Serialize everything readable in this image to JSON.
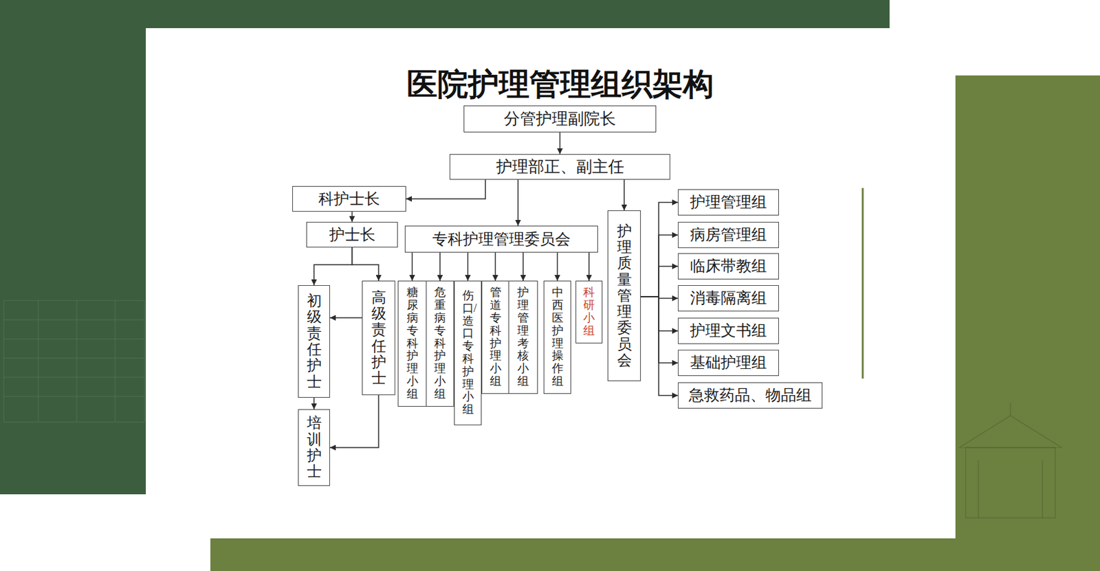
{
  "diagram": {
    "title": "医院护理管理组织架构",
    "nodes": [
      {
        "text": [
          "分管护理副院长"
        ]
      },
      {
        "text": [
          "护理部正、副主任"
        ]
      },
      {
        "text": [
          "科护士长"
        ]
      },
      {
        "text": [
          "护士长"
        ]
      },
      {
        "text": [
          "专科护理管理委员会"
        ]
      },
      {
        "text": [
          "护理质量管理委员会"
        ]
      },
      {
        "text": [
          "初级责任护士"
        ]
      },
      {
        "text": [
          "高级责任护士"
        ]
      },
      {
        "text": [
          "培训护士"
        ]
      },
      {
        "text": [
          "糖尿病专科护理小组"
        ]
      },
      {
        "text": [
          "危重病专科护理小组"
        ]
      },
      {
        "text": [
          "伤口/造口专科护理小组"
        ]
      },
      {
        "text": [
          "管道专科护理小组"
        ]
      },
      {
        "text": [
          "护理管理考核小组"
        ]
      },
      {
        "text": [
          "中西医护理操作组"
        ]
      },
      {
        "text": [
          "科研小组"
        ]
      },
      {
        "text": [
          "护理管理组"
        ]
      },
      {
        "text": [
          "病房管理组"
        ]
      },
      {
        "text": [
          "临床带教组"
        ]
      },
      {
        "text": [
          "消毒隔离组"
        ]
      },
      {
        "text": [
          "护理文书组"
        ]
      },
      {
        "text": [
          "基础护理组"
        ]
      },
      {
        "text": [
          "急救药品、物品组"
        ]
      }
    ],
    "edges": [
      {
        "from": 0,
        "to": 1,
        "arrow": "to"
      },
      {
        "from": 1,
        "to": 2,
        "arrow": "to"
      },
      {
        "from": 1,
        "to": 4,
        "arrow": "to"
      },
      {
        "from": 1,
        "to": 5,
        "arrow": "to"
      },
      {
        "from": 2,
        "to": 3,
        "arrow": "to"
      },
      {
        "from": 3,
        "to": 6,
        "arrow": "to"
      },
      {
        "from": 3,
        "to": 7,
        "arrow": "to"
      },
      {
        "from": 7,
        "to": 6,
        "arrow": "to"
      },
      {
        "from": 6,
        "to": 8,
        "arrow": "to"
      },
      {
        "from": 7,
        "to": 8,
        "arrow": "to"
      },
      {
        "from": 4,
        "to": 9,
        "arrow": "to"
      },
      {
        "from": 4,
        "to": 10,
        "arrow": "to"
      },
      {
        "from": 4,
        "to": 11,
        "arrow": "to"
      },
      {
        "from": 4,
        "to": 12,
        "arrow": "to"
      },
      {
        "from": 4,
        "to": 13,
        "arrow": "to"
      },
      {
        "from": 4,
        "to": 14,
        "arrow": "to"
      },
      {
        "from": 4,
        "to": 15,
        "arrow": "to"
      },
      {
        "from": 5,
        "to": 16,
        "arrow": "to"
      },
      {
        "from": 5,
        "to": 17,
        "arrow": "to"
      },
      {
        "from": 5,
        "to": 18,
        "arrow": "to"
      },
      {
        "from": 5,
        "to": 19,
        "arrow": "to"
      },
      {
        "from": 5,
        "to": 20,
        "arrow": "to"
      },
      {
        "from": 5,
        "to": 21,
        "arrow": "to"
      },
      {
        "from": 5,
        "to": 22,
        "arrow": "to"
      }
    ]
  }
}
